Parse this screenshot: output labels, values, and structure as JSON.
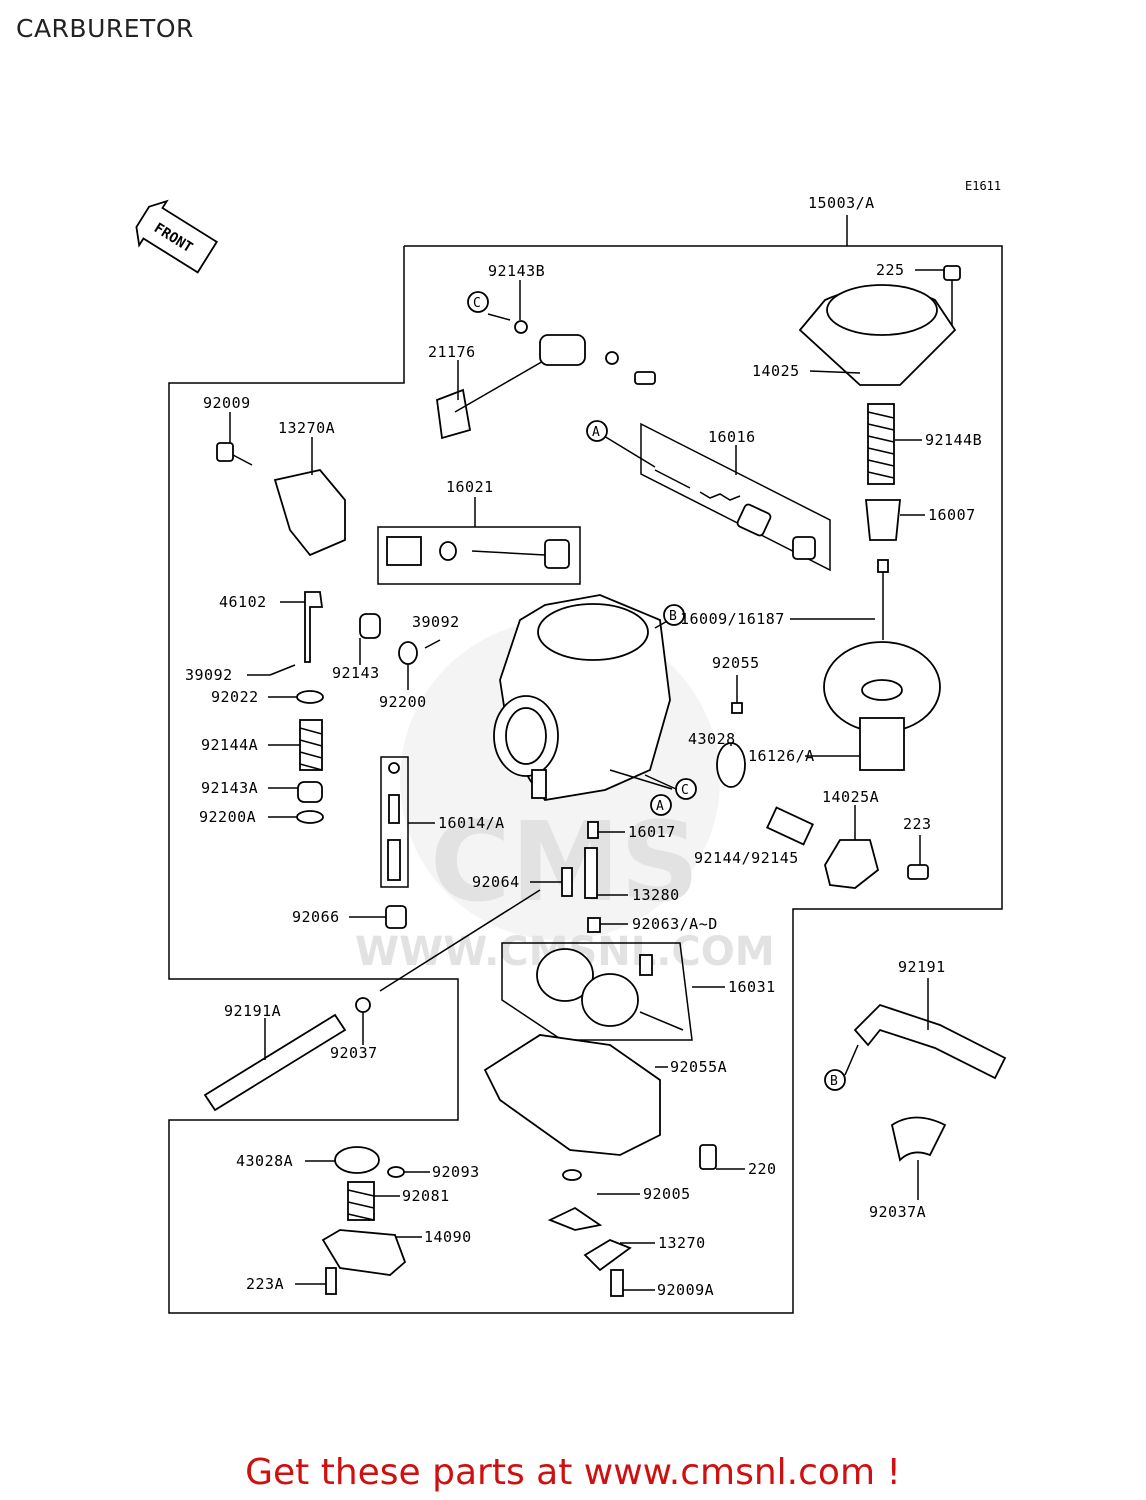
{
  "title": "CARBURETOR",
  "diagram_code": "E1611",
  "front_label": "FRONT",
  "watermark": {
    "text1": "CMS",
    "text2": "WWW.CMSNL.COM"
  },
  "callouts": {
    "a": "A",
    "b": "B",
    "c": "C"
  },
  "parts": {
    "p15003": "15003/A",
    "p225": "225",
    "p92143B": "92143B",
    "p21176": "21176",
    "p14025": "14025",
    "p92009": "92009",
    "p13270A": "13270A",
    "p16016": "16016",
    "p92144B": "92144B",
    "p16021": "16021",
    "p16007": "16007",
    "p46102": "46102",
    "p16009": "16009/16187",
    "p39092a": "39092",
    "p39092b": "39092",
    "p92143": "92143",
    "p92022": "92022",
    "p92200": "92200",
    "p92055": "92055",
    "p92144A": "92144A",
    "p43028": "43028",
    "p16126": "16126/A",
    "p92143A": "92143A",
    "p92200A": "92200A",
    "p16014": "16014/A",
    "p14025A": "14025A",
    "p223": "223",
    "p16017": "16017",
    "p92144_92145": "92144/92145",
    "p92064": "92064",
    "p13280": "13280",
    "p92066": "92066",
    "p92063": "92063/A~D",
    "p92191": "92191",
    "p16031": "16031",
    "p92191A": "92191A",
    "p92037": "92037",
    "p92055A": "92055A",
    "p43028A": "43028A",
    "p92093": "92093",
    "p220": "220",
    "p92081": "92081",
    "p92005": "92005",
    "p14090": "14090",
    "p13270": "13270",
    "p223A": "223A",
    "p92009A": "92009A",
    "p92037A": "92037A"
  },
  "cta": "Get these parts at www.cmsnl.com !",
  "colors": {
    "cta": "#d01010",
    "lines": "#000000",
    "watermark": "#e6e6e6"
  }
}
